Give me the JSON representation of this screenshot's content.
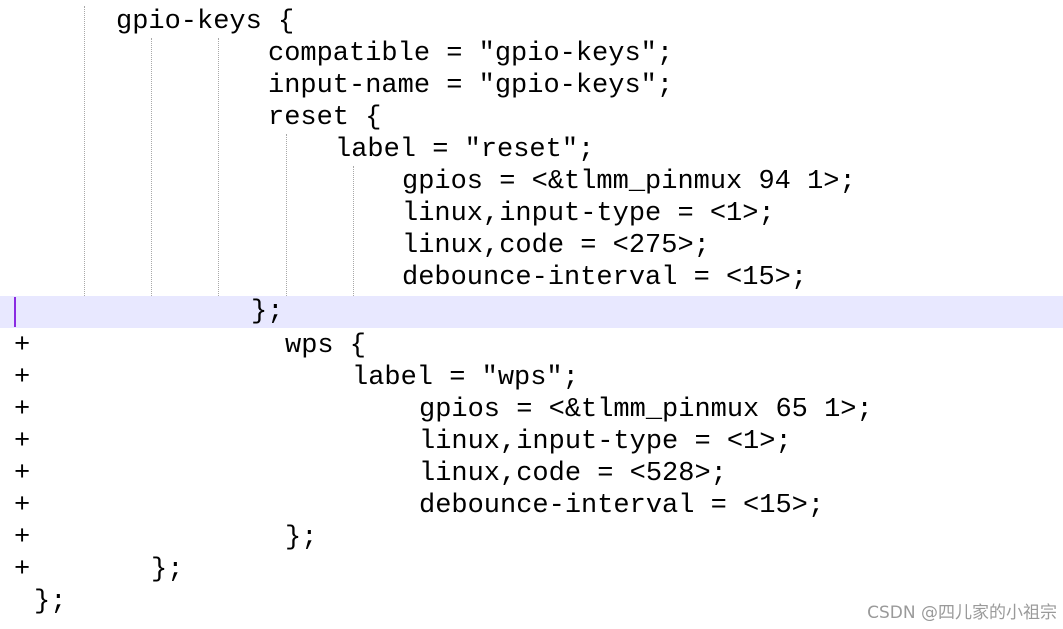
{
  "code": {
    "lines": [
      {
        "marker": "",
        "text": "gpio-keys {"
      },
      {
        "marker": "",
        "text": "compatible = \"gpio-keys\";"
      },
      {
        "marker": "",
        "text": "input-name = \"gpio-keys\";"
      },
      {
        "marker": "",
        "text": "reset {"
      },
      {
        "marker": "",
        "text": "label = \"reset\";"
      },
      {
        "marker": "",
        "text": "gpios = <&tlmm_pinmux 94 1>;"
      },
      {
        "marker": "",
        "text": "linux,input-type = <1>;"
      },
      {
        "marker": "",
        "text": "linux,code = <275>;"
      },
      {
        "marker": "",
        "text": "debounce-interval = <15>;"
      },
      {
        "marker": "",
        "text": "};"
      },
      {
        "marker": "+",
        "text": "wps {"
      },
      {
        "marker": "+",
        "text": "label = \"wps\";"
      },
      {
        "marker": "+",
        "text": "gpios = <&tlmm_pinmux 65 1>;"
      },
      {
        "marker": "+",
        "text": "linux,input-type = <1>;"
      },
      {
        "marker": "+",
        "text": "linux,code = <528>;"
      },
      {
        "marker": "+",
        "text": "debounce-interval = <15>;"
      },
      {
        "marker": "+",
        "text": "};"
      },
      {
        "marker": "+",
        "text": "};"
      },
      {
        "marker": "",
        "text": "};"
      }
    ]
  },
  "watermark": {
    "text": "CSDN @四儿家的小祖宗"
  },
  "colors": {
    "current_line_highlight": "#e8e8ff",
    "caret": "#8a2be2",
    "indent_guide": "#a8a8a8"
  }
}
